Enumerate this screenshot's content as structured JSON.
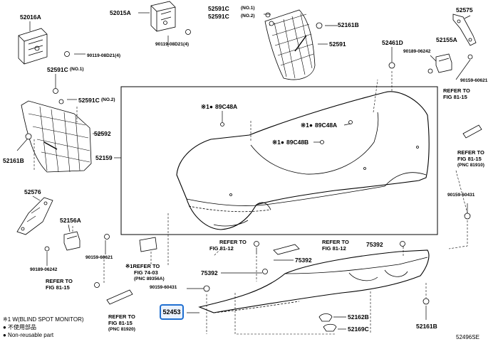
{
  "parts": {
    "p52016A": "52016A",
    "p52015A": "52015A",
    "p52591C_top": "52591C",
    "p52591C_top_no1": "(NO.1)",
    "p52591C_top_no2": "(NO.2)",
    "p52575": "52575",
    "p90119_a": "90119-08D21(4)",
    "p90119_b": "90119-08D21(4)",
    "p52161B_top": "52161B",
    "p52591": "52591",
    "p52461D": "52461D",
    "p52155A": "52155A",
    "p90189_top": "90189-06242",
    "p90159_top": "90159-60621",
    "p52591C_left": "52591C",
    "p52591C_left_no": "(NO.1)",
    "p52591C_left2": "52591C",
    "p52591C_left2_no": "(NO.2)",
    "p52592": "52592",
    "p52161B_left": "52161B",
    "p52159": "52159",
    "p89C48A_a": "89C48A",
    "p89C48A_b": "89C48A",
    "p89C48B": "89C48B",
    "mark_a": "※1●",
    "mark_b": "※1●",
    "mark_c": "※1●",
    "p52576": "52576",
    "p52156A": "52156A",
    "p90159_mid": "90159-60621",
    "p90189_left": "90189-06242",
    "p90159_60431_right": "90159-60431",
    "p75392_a": "75392",
    "p75392_b": "75392",
    "p75392_c": "75392",
    "p90159_60431_mid": "90159-60431",
    "p52453": "52453",
    "p52162B": "52162B",
    "p52169C": "52169C",
    "p52161B_bottom": "52161B"
  },
  "refs": {
    "r1_l1": "REFER TO",
    "r1_l2": "FIG 81-15",
    "r2_l1": "REFER TO",
    "r2_l2": "FIG 81-15",
    "r2_l3": "(PNC 81910)",
    "r3_l1": "※1REFER TO",
    "r3_l2": "FIG 74-03",
    "r3_l3": "(PNC 89356A)",
    "r4_l1": "REFER TO",
    "r4_l2": "FIG 81-12",
    "r5_l1": "REFER TO",
    "r5_l2": "FIG 81-12",
    "r6_l1": "REFER TO",
    "r6_l2": "FIG 81-15",
    "r7_l1": "REFER TO",
    "r7_l2": "FIG 81-15",
    "r7_l3": "(PNC 81920)"
  },
  "legend": {
    "l1": "※1 W(BLIND SPOT MONITOR)",
    "l2": "● 不使用部品",
    "l3": "● Non-reusable part"
  },
  "figure_id": "52496SE",
  "colors": {
    "highlight_border": "#1f6fd1",
    "highlight_fill": "#eaf2fd",
    "line": "#000000"
  }
}
